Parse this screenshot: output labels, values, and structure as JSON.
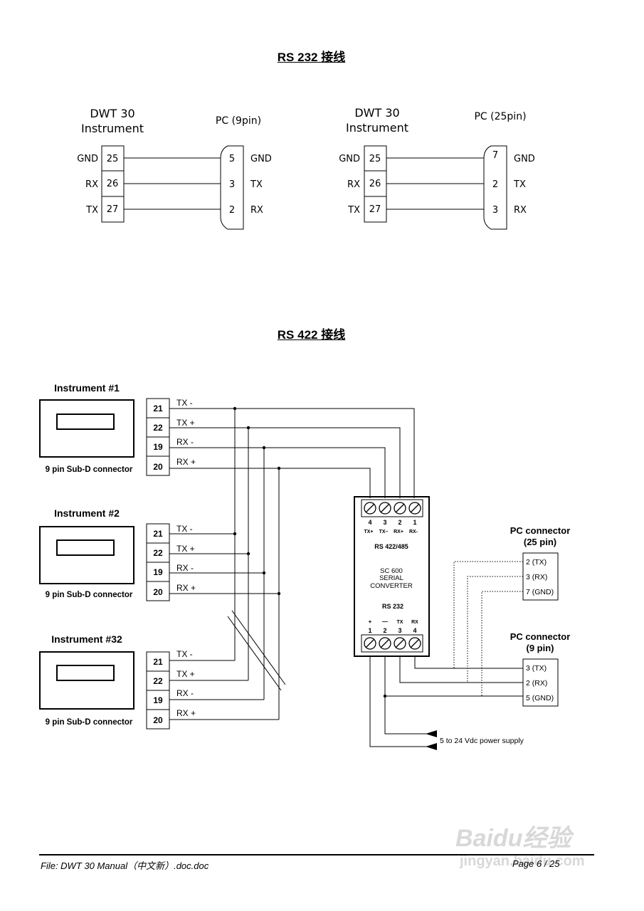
{
  "rs232": {
    "title": "RS 232 接线",
    "left": {
      "instrument_line1": "DWT 30",
      "instrument_line2": "Instrument",
      "pc_label": "PC (9pin)",
      "rows": [
        {
          "left_signal": "GND",
          "inst_pin": "25",
          "pc_pin": "5",
          "right_signal": "GND"
        },
        {
          "left_signal": "RX",
          "inst_pin": "26",
          "pc_pin": "3",
          "right_signal": "TX"
        },
        {
          "left_signal": "TX",
          "inst_pin": "27",
          "pc_pin": "2",
          "right_signal": "RX"
        }
      ]
    },
    "right": {
      "instrument_line1": "DWT 30",
      "instrument_line2": "Instrument",
      "pc_label": "PC (25pin)",
      "rows": [
        {
          "left_signal": "GND",
          "inst_pin": "25",
          "pc_pin": "7",
          "right_signal": "GND"
        },
        {
          "left_signal": "RX",
          "inst_pin": "26",
          "pc_pin": "2",
          "right_signal": "TX"
        },
        {
          "left_signal": "TX",
          "inst_pin": "27",
          "pc_pin": "3",
          "right_signal": "RX"
        }
      ]
    }
  },
  "rs422": {
    "title": "RS 422 接线",
    "instruments": [
      {
        "name": "Instrument #1",
        "connector": "9 pin Sub-D connector"
      },
      {
        "name": "Instrument #2",
        "connector": "9 pin Sub-D connector"
      },
      {
        "name": "Instrument #32",
        "connector": "9 pin Sub-D connector"
      }
    ],
    "terminal_pins": [
      "21",
      "22",
      "19",
      "20"
    ],
    "signals": [
      "TX -",
      "TX +",
      "RX -",
      "RX +"
    ],
    "converter": {
      "top_pin_numbers": [
        "4",
        "3",
        "2",
        "1"
      ],
      "top_pin_labels": [
        "TX+",
        "TX–",
        "RX+",
        "RX-"
      ],
      "top_title": "RS 422/485",
      "name_line1": "SC 600",
      "name_line2": "SERIAL",
      "name_line3": "CONVERTER",
      "bottom_title": "RS 232",
      "bottom_pin_labels": [
        "+",
        "—",
        "TX",
        "RX"
      ],
      "bottom_pin_numbers": [
        "1",
        "2",
        "3",
        "4"
      ]
    },
    "pc25": {
      "title_line1": "PC connector",
      "title_line2": "(25 pin)",
      "pins": [
        "2 (TX)",
        "3 (RX)",
        "7 (GND)"
      ]
    },
    "pc9": {
      "title_line1": "PC connector",
      "title_line2": "(9 pin)",
      "pins": [
        "3 (TX)",
        "2 (RX)",
        "5 (GND)"
      ]
    },
    "power_supply": "5 to 24 Vdc power supply"
  },
  "footer": {
    "file": "File: DWT 30 Manual（中文新）.doc.doc",
    "page": "Page 6 / 25"
  },
  "watermark": {
    "line1": "Baidu经验",
    "line2": "jingyan.baidu.com"
  }
}
